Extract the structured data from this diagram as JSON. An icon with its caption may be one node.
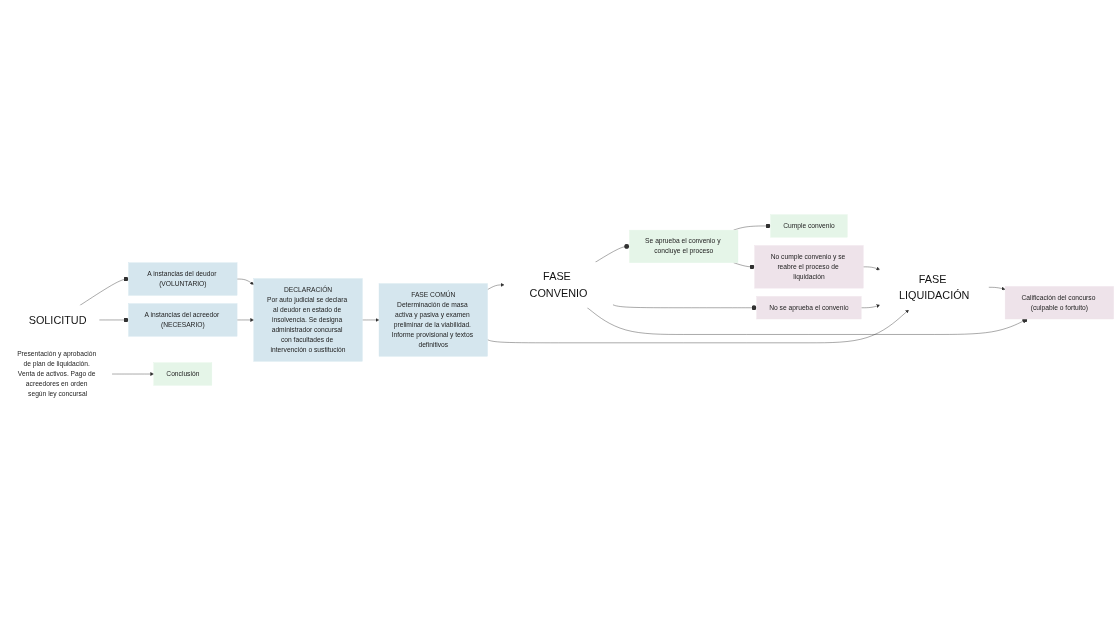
{
  "diagram": {
    "nodes": [
      {
        "text": [
          "SOLICITUD"
        ]
      },
      {
        "text": [
          "A instancias del deudor (VOLUNTARIO)"
        ]
      },
      {
        "text": [
          "A instancias del acreedor (NECESARIO)"
        ]
      },
      {
        "text": [
          "DECLARACIÓN",
          "Por auto judicial se declara al deudor en estado de insolvencia. Se designa administrador concursal con facultades de intervención o sustitución"
        ]
      },
      {
        "text": [
          "FASE COMÚN",
          "Determinación de masa activa y pasiva y examen preliminar de la viabilidad. Informe provisional y textos definitivos"
        ]
      },
      {
        "text": [
          "FASE CONVENIO"
        ]
      },
      {
        "text": [
          "FASE LIQUIDACIÓN"
        ]
      },
      {
        "text": [
          "Presentación y aprobación de plan de liquidación. Venta de activos. Pago de acreedores en orden según ley concursal"
        ]
      },
      {
        "text": [
          "Se aprueba el convenio y concluye el proceso"
        ]
      },
      {
        "text": [
          "No se aprueba el convenio"
        ]
      },
      {
        "text": [
          "Calificación del concurso (culpable o fortuito)"
        ]
      },
      {
        "text": [
          "Cumple convenio"
        ]
      },
      {
        "text": [
          "No cumple convenio y se reabre el proceso de liquidación"
        ]
      },
      {
        "text": [
          "Conclusión"
        ]
      }
    ],
    "edges": [
      {
        "from": 0,
        "to": 1,
        "arrow": "other"
      },
      {
        "from": 0,
        "to": 2,
        "arrow": "other"
      },
      {
        "from": 1,
        "to": 3,
        "arrow": "to"
      },
      {
        "from": 2,
        "to": 3,
        "arrow": "to"
      },
      {
        "from": 3,
        "to": 4,
        "arrow": "to"
      },
      {
        "from": 4,
        "to": 5,
        "arrow": "to"
      },
      {
        "from": 4,
        "to": 6,
        "arrow": "to"
      },
      {
        "from": 5,
        "to": 8,
        "arrow": "other"
      },
      {
        "from": 5,
        "to": 9,
        "arrow": "other"
      },
      {
        "from": 5,
        "to": 10,
        "arrow": "other"
      },
      {
        "from": 8,
        "to": 11,
        "arrow": "other"
      },
      {
        "from": 8,
        "to": 12,
        "arrow": "other"
      },
      {
        "from": 9,
        "to": 6,
        "arrow": "to"
      },
      {
        "from": 12,
        "to": 6,
        "arrow": "to"
      },
      {
        "from": 6,
        "to": 10,
        "arrow": "to"
      },
      {
        "from": 7,
        "to": 13,
        "arrow": "to"
      }
    ]
  }
}
